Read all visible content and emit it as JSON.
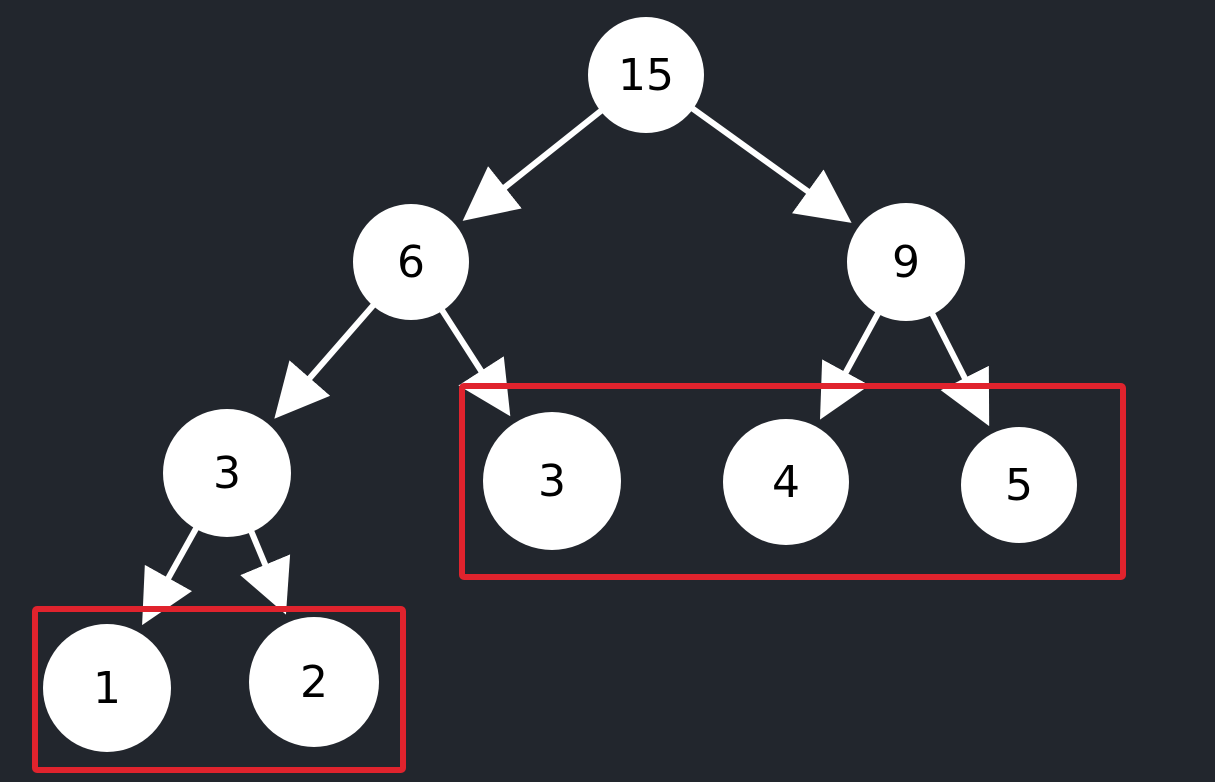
{
  "colors": {
    "background": "#22262d",
    "node_fill": "#ffffff",
    "edge": "#ffffff",
    "label": "#000000",
    "highlight": "#e0232d"
  },
  "tree": {
    "nodes": [
      {
        "id": "n15",
        "label": "15"
      },
      {
        "id": "n6",
        "label": "6"
      },
      {
        "id": "n9",
        "label": "9"
      },
      {
        "id": "n3a",
        "label": "3"
      },
      {
        "id": "n3b",
        "label": "3"
      },
      {
        "id": "n4",
        "label": "4"
      },
      {
        "id": "n5",
        "label": "5"
      },
      {
        "id": "n1",
        "label": "1"
      },
      {
        "id": "n2",
        "label": "2"
      }
    ],
    "edges": [
      {
        "from": "n15",
        "to": "n6"
      },
      {
        "from": "n15",
        "to": "n9"
      },
      {
        "from": "n6",
        "to": "n3a"
      },
      {
        "from": "n6",
        "to": "n3b"
      },
      {
        "from": "n9",
        "to": "n4"
      },
      {
        "from": "n9",
        "to": "n5"
      },
      {
        "from": "n3a",
        "to": "n1"
      },
      {
        "from": "n3a",
        "to": "n2"
      }
    ],
    "highlight_groups": [
      {
        "name": "leaf-group-right",
        "members": [
          "n3b",
          "n4",
          "n5"
        ]
      },
      {
        "name": "leaf-group-left",
        "members": [
          "n1",
          "n2"
        ]
      }
    ]
  }
}
